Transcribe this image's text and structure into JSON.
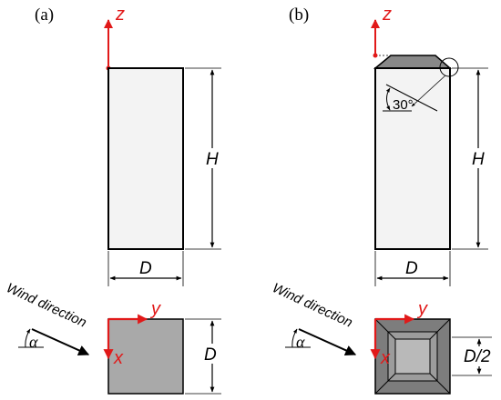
{
  "panels": {
    "a": {
      "label": "(a)"
    },
    "b": {
      "label": "(b)"
    }
  },
  "axes": {
    "z": "z",
    "y": "y",
    "x": "x"
  },
  "dimensions": {
    "height": "H",
    "width": "D",
    "half_width": "D/2"
  },
  "wind": {
    "label": "Wind direction",
    "angle_symbol": "α"
  },
  "chamfer_angle": "30°",
  "colors": {
    "axis": "#e11919",
    "body_fill": "#f3f3f3",
    "plan_fill_a": "#a9a9a9",
    "chamfer_top": "#888888",
    "plan_outer_b": "#7d7d7d",
    "plan_mid_b": "#9c9c9c",
    "plan_inner_b": "#b9b9b9",
    "stroke": "#000000"
  }
}
